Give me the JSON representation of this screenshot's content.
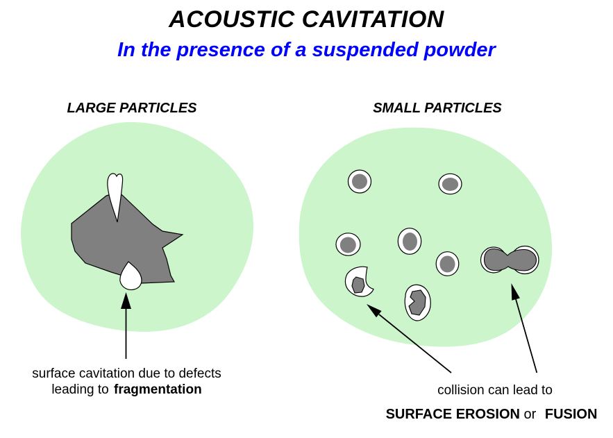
{
  "title": "ACOUSTIC CAVITATION",
  "subtitle": "In the presence of a suspended powder",
  "colors": {
    "title_black": "#000000",
    "subtitle_blue": "#0000ff",
    "liquid_green": "#ccf5cc",
    "particle_gray": "#808080",
    "bubble_white": "#ffffff",
    "outline_black": "#000000"
  },
  "left_panel": {
    "heading": "LARGE PARTICLES",
    "caption_line1": "surface cavitation due to defects",
    "caption_line2_prefix": "leading to",
    "caption_line2_bold": "fragmentation"
  },
  "right_panel": {
    "heading": "SMALL PARTICLES",
    "caption_line1": "collision can lead to",
    "caption_line2_bold1": "SURFACE EROSION",
    "caption_line2_or": "or",
    "caption_line2_bold2": "FUSION"
  }
}
